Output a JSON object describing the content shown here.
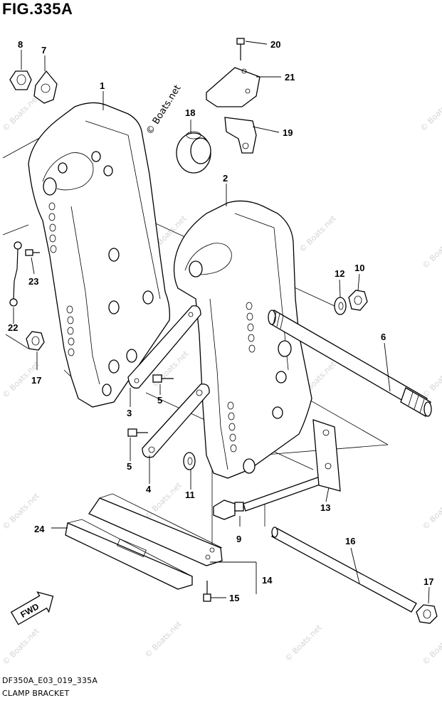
{
  "title": "FIG.335A",
  "footer": {
    "code": "DF350A_E03_019_335A",
    "name": "CLAMP BRACKET"
  },
  "watermark_main": "© Boats.net",
  "watermark": "© Boats.net",
  "fwd_label": "FWD",
  "callouts": {
    "c1": "1",
    "c2": "2",
    "c3": "3",
    "c4": "4",
    "c5a": "5",
    "c5b": "5",
    "c6": "6",
    "c7": "7",
    "c8": "8",
    "c9": "9",
    "c10": "10",
    "c11": "11",
    "c12": "12",
    "c13": "13",
    "c14": "14",
    "c15": "15",
    "c16": "16",
    "c17a": "17",
    "c17b": "17",
    "c18": "18",
    "c19": "19",
    "c20": "20",
    "c21": "21",
    "c22": "22",
    "c23": "23",
    "c24": "24"
  }
}
